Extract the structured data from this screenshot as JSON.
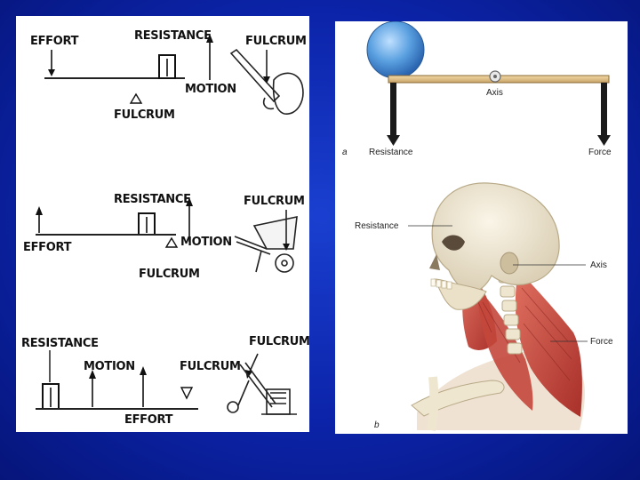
{
  "left_diagram": {
    "first_class": {
      "effort": "EFFORT",
      "resistance": "RESISTANCE",
      "fulcrum_tool": "FULCRUM",
      "motion": "MOTION",
      "fulcrum": "FULCRUM"
    },
    "second_class": {
      "resistance": "RESISTANCE",
      "fulcrum_tool": "FULCRUM",
      "effort": "EFFORT",
      "motion": "MOTION",
      "fulcrum": "FULCRUM"
    },
    "third_class": {
      "resistance": "RESISTANCE",
      "fulcrum_tool": "FULCRUM",
      "motion": "MOTION",
      "fulcrum": "FULCRUM",
      "effort": "EFFORT"
    }
  },
  "right_diagram": {
    "panel_a": {
      "letter": "a",
      "axis": "Axis",
      "resistance": "Resistance",
      "force": "Force"
    },
    "panel_b": {
      "letter": "b",
      "resistance": "Resistance",
      "axis": "Axis",
      "force": "Force"
    }
  },
  "colors": {
    "background": "#0b23a8",
    "ball": "#5aa0e0",
    "muscle": "#c8423a",
    "bone": "#efe6cf"
  }
}
